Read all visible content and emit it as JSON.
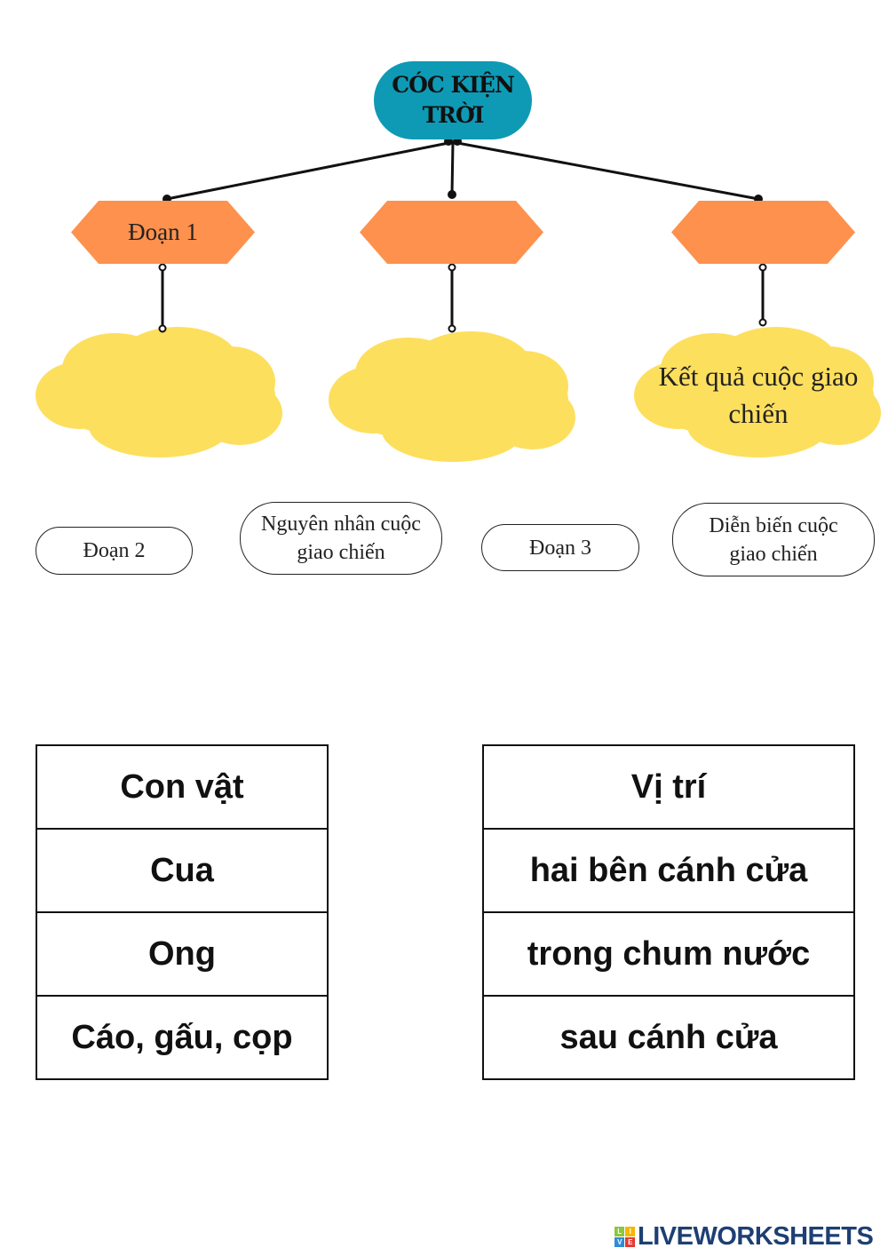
{
  "title": "CÓC KIỆN TRỜI",
  "sections": [
    {
      "label": "Đoạn 1"
    },
    {
      "label": ""
    },
    {
      "label": ""
    }
  ],
  "clouds": [
    {
      "text": ""
    },
    {
      "text": ""
    },
    {
      "text": "Kết quả cuộc giao chiến"
    }
  ],
  "options": [
    "Đoạn 2",
    "Nguyên nhân cuộc giao chiến",
    "Đoạn 3",
    "Diễn biến cuộc giao chiến"
  ],
  "table_animals": {
    "header": "Con vật",
    "rows": [
      "Cua",
      "Ong",
      "Cáo, gấu, cọp"
    ]
  },
  "table_positions": {
    "header": "Vị trí",
    "rows": [
      "hai bên cánh cửa",
      "trong chum nước",
      "sau cánh cửa"
    ]
  },
  "logo": {
    "text": "LIVEWORKSHEETS",
    "letters": [
      "L",
      "I",
      "V",
      "E"
    ]
  },
  "colors": {
    "title": "#0e9ab5",
    "hex": "#fd914d",
    "cloud": "#fddf5e"
  }
}
